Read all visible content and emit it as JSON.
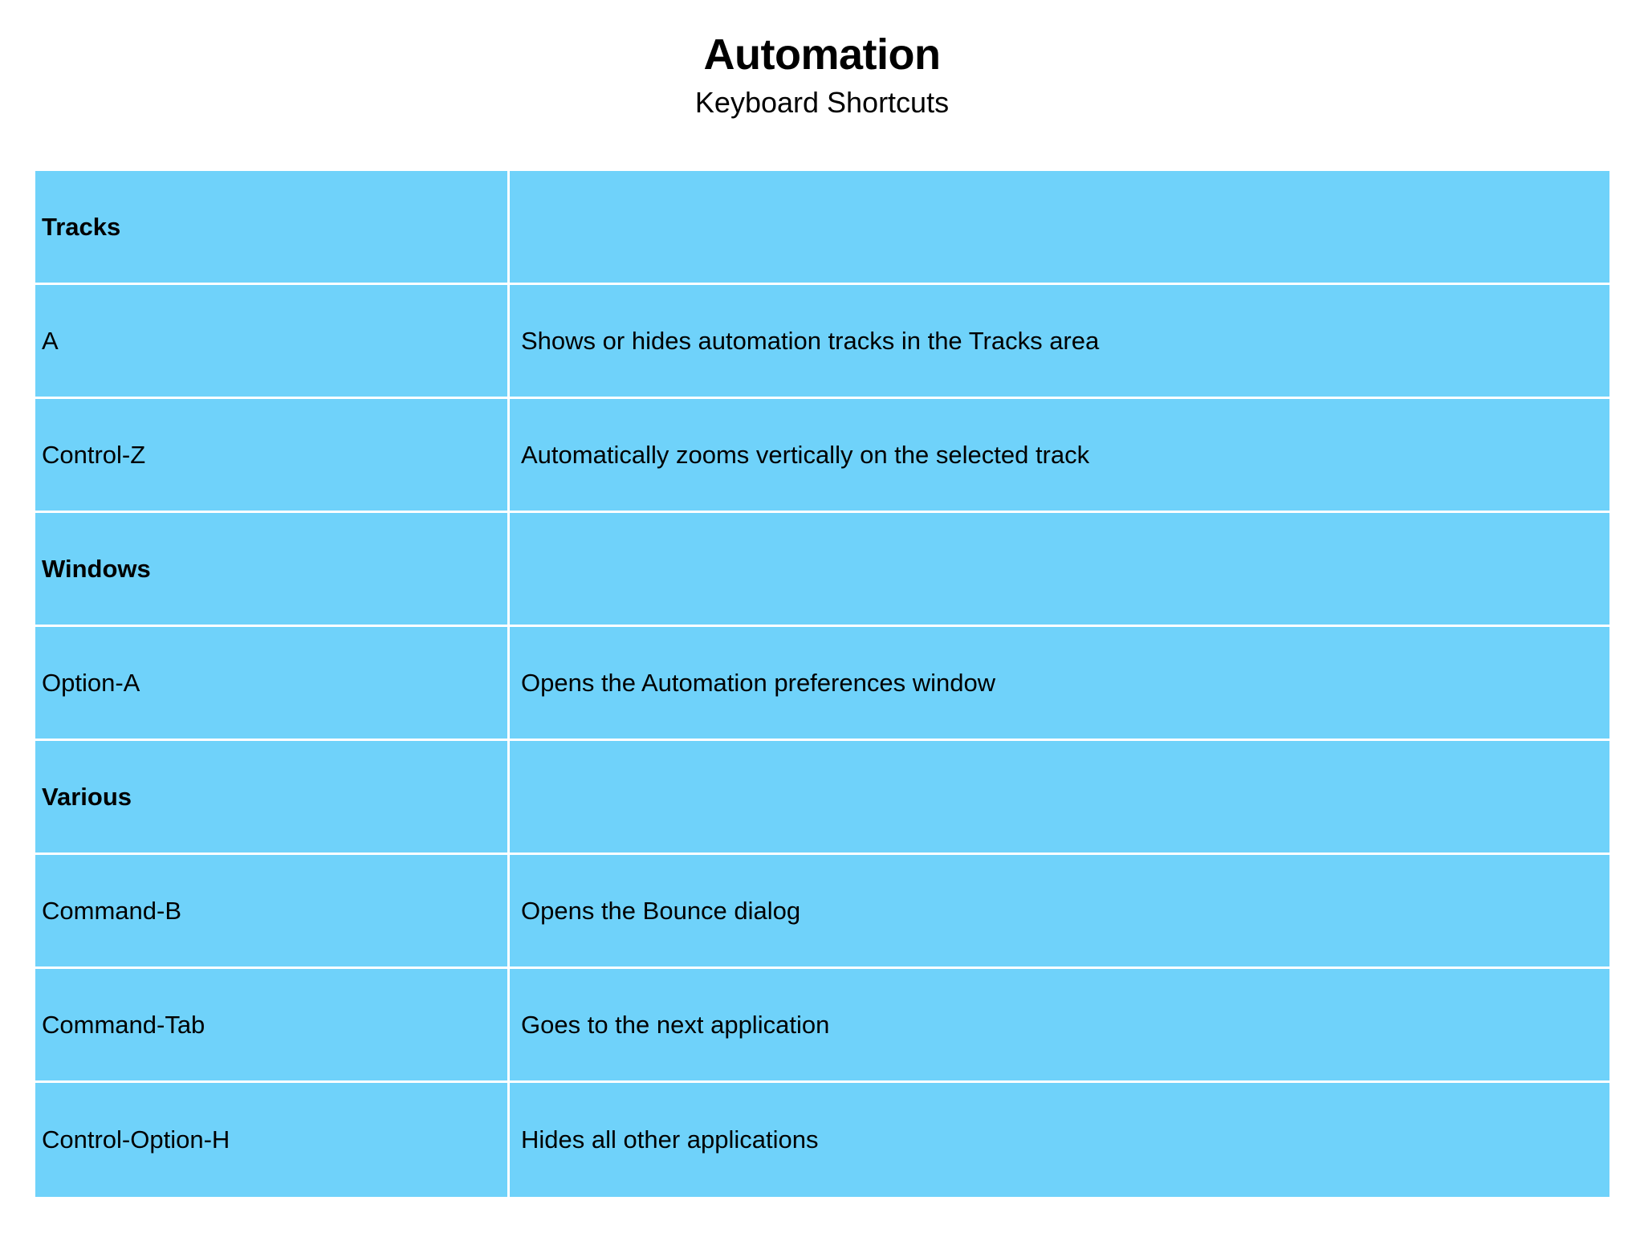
{
  "header": {
    "title": "Automation",
    "subtitle": "Keyboard Shortcuts"
  },
  "colors": {
    "cell_background": "#6fd2fa",
    "grid_line": "#ffffff",
    "page_background": "#ffffff",
    "text": "#000000"
  },
  "table": {
    "columns": [
      "",
      ""
    ],
    "rows": [
      {
        "type": "section",
        "key": "Tracks",
        "description": ""
      },
      {
        "type": "entry",
        "key": "A",
        "description": "Shows or hides automation tracks in the Tracks area"
      },
      {
        "type": "entry",
        "key": "Control-Z",
        "description": "Automatically zooms vertically on the selected track"
      },
      {
        "type": "section",
        "key": "Windows",
        "description": ""
      },
      {
        "type": "entry",
        "key": "Option-A",
        "description": "Opens the Automation preferences window"
      },
      {
        "type": "section",
        "key": "Various",
        "description": ""
      },
      {
        "type": "entry",
        "key": "Command-B",
        "description": "Opens the Bounce dialog"
      },
      {
        "type": "entry",
        "key": "Command-Tab",
        "description": "Goes to the next application"
      },
      {
        "type": "entry",
        "key": "Control-Option-H",
        "description": "Hides all other applications"
      }
    ]
  }
}
